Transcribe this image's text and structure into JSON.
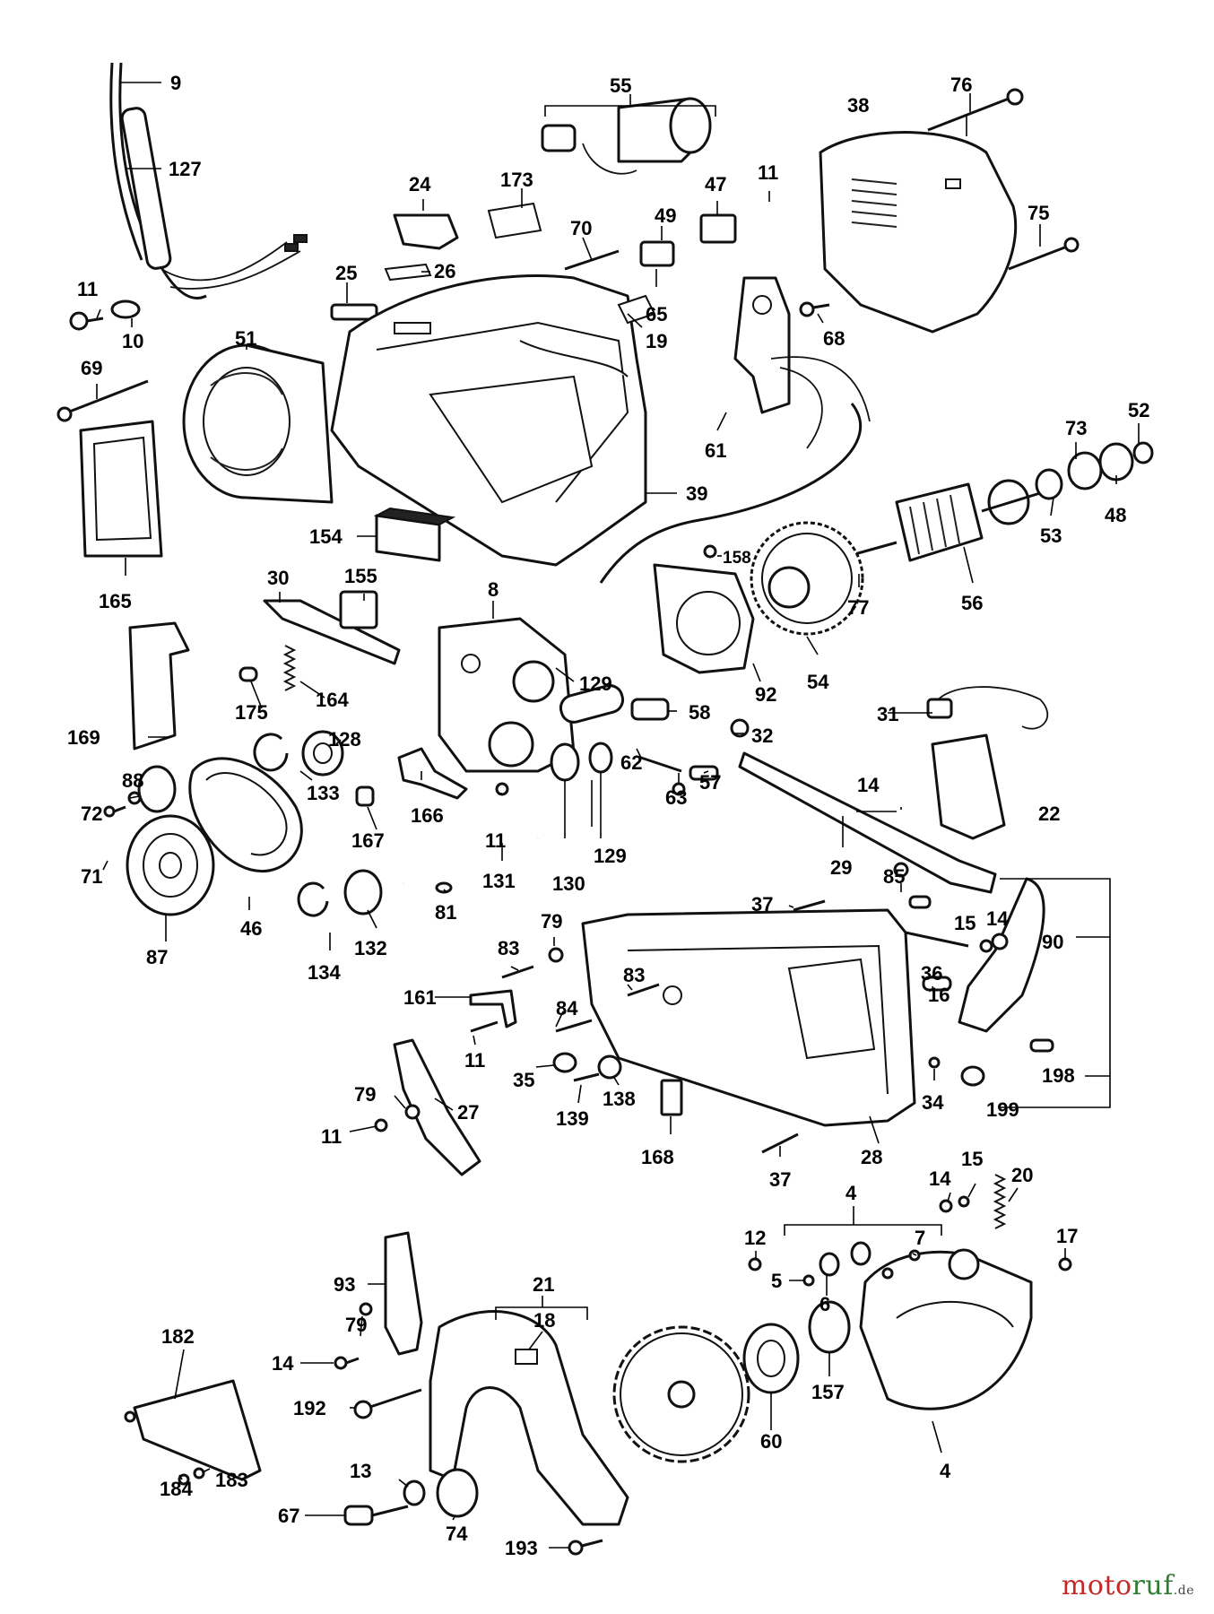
{
  "labels": {
    "l9": "9",
    "l127": "127",
    "l55": "55",
    "l38": "38",
    "l76": "76",
    "l11a": "11",
    "l24": "24",
    "l173": "173",
    "l47": "47",
    "l49": "49",
    "l75": "75",
    "l70": "70",
    "l25": "25",
    "l26": "26",
    "l65": "65",
    "l10": "10",
    "l11b": "11",
    "l19": "19",
    "l68": "68",
    "l51": "51",
    "l69": "69",
    "l61": "61",
    "l52": "52",
    "l73": "73",
    "l39": "39",
    "l48": "48",
    "l53": "53",
    "l154": "154",
    "l158": "158",
    "l165": "165",
    "l77": "77",
    "l56": "56",
    "l30": "30",
    "l155": "155",
    "l8": "8",
    "l129a": "129",
    "l92": "92",
    "l54": "54",
    "l164": "164",
    "l175": "175",
    "l58": "58",
    "l31": "31",
    "l169": "169",
    "l128": "128",
    "l32": "32",
    "l62": "62",
    "l63": "63",
    "l57": "57",
    "l88": "88",
    "l133": "133",
    "l166": "166",
    "l14a": "14",
    "l22": "22",
    "l72": "72",
    "l167": "167",
    "l11c": "11",
    "l129b": "129",
    "l71": "71",
    "l29": "29",
    "l131": "131",
    "l130": "130",
    "l85": "85",
    "l81": "81",
    "l37a": "37",
    "l87": "87",
    "l46": "46",
    "l132": "132",
    "l79a": "79",
    "l15a": "15",
    "l14b": "14",
    "l90": "90",
    "l134": "134",
    "l83a": "83",
    "l83b": "83",
    "l36": "36",
    "l161": "161",
    "l16": "16",
    "l84": "84",
    "l11d": "11",
    "l198": "198",
    "l35": "35",
    "l138": "138",
    "l34": "34",
    "l79b": "79",
    "l27": "27",
    "l139": "139",
    "l199": "199",
    "l11e": "11",
    "l168": "168",
    "l37b": "37",
    "l28": "28",
    "l4a": "4",
    "l14c": "14",
    "l15b": "15",
    "l20": "20",
    "l12": "12",
    "l7": "7",
    "l17": "17",
    "l5": "5",
    "l6": "6",
    "l93": "93",
    "l21": "21",
    "l18": "18",
    "l79c": "79",
    "l182": "182",
    "l14d": "14",
    "l157": "157",
    "l192": "192",
    "l60": "60",
    "l4b": "4",
    "l13": "13",
    "l184": "184",
    "l183": "183",
    "l67": "67",
    "l74": "74",
    "l193": "193"
  },
  "watermark": {
    "brand": "motoruf",
    "tld": ".de"
  },
  "colors": {
    "ink": "#111111",
    "background": "#ffffff",
    "watermark_red": "#c62828",
    "watermark_green": "#2e7d32"
  }
}
